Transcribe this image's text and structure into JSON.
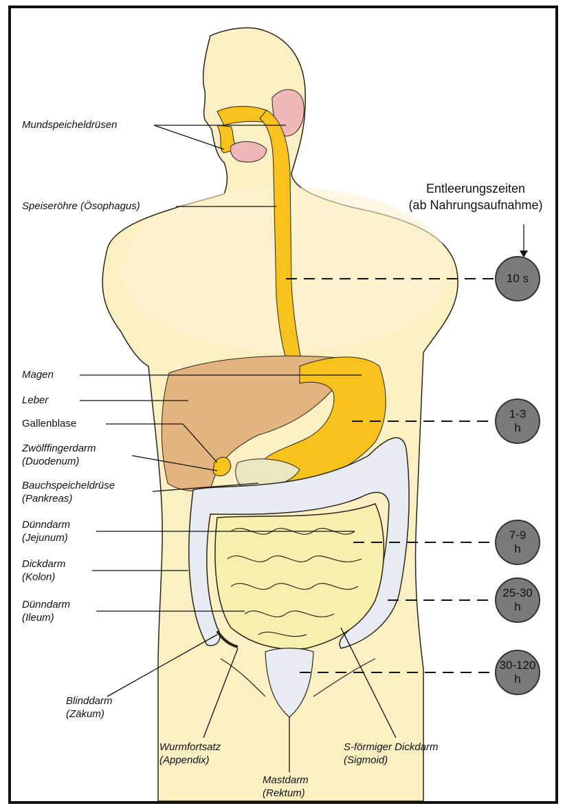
{
  "header": {
    "title_line1": "Entleerungszeiten",
    "title_line2": "(ab Nahrungsaufnahme)"
  },
  "labels": {
    "mundspeicheldruesen": "Mundspeicheldrüsen",
    "speiseroehre": "Speiseröhre (Ösophagus)",
    "magen": "Magen",
    "leber": "Leber",
    "gallenblase": "Gallenblase",
    "duodenum_1": "Zwölffingerdarm",
    "duodenum_2": "(Duodenum)",
    "pankreas_1": "Bauchspeicheldrüse",
    "pankreas_2": "(Pankreas)",
    "jejunum_1": "Dünndarm",
    "jejunum_2": "(Jejunum)",
    "kolon_1": "Dickdarm",
    "kolon_2": "(Kolon)",
    "ileum_1": "Dünndarm",
    "ileum_2": "(Ileum)",
    "zaekum_1": "Blinddarm",
    "zaekum_2": "(Zäkum)",
    "appendix_1": "Wurmfortsatz",
    "appendix_2": "(Appendix)",
    "rektum_1": "Mastdarm",
    "rektum_2": "(Rektum)",
    "sigmoid_1": "S-förmiger Dickdarm",
    "sigmoid_2": "(Sigmoid)"
  },
  "times": [
    {
      "line1": "10 s",
      "line2": ""
    },
    {
      "line1": "1-3",
      "line2": "h"
    },
    {
      "line1": "7-9",
      "line2": "h"
    },
    {
      "line1": "25-30",
      "line2": "h"
    },
    {
      "line1": "30-120",
      "line2": "h"
    }
  ],
  "colors": {
    "body_fill": "#fbf0c4",
    "esophagus": "#f7c21c",
    "liver": "#e3b47f",
    "small_intestine": "#f6efae",
    "colon": "#e6ecf2",
    "glands": "#f0b8b8",
    "badge": "#7a7a7a"
  }
}
